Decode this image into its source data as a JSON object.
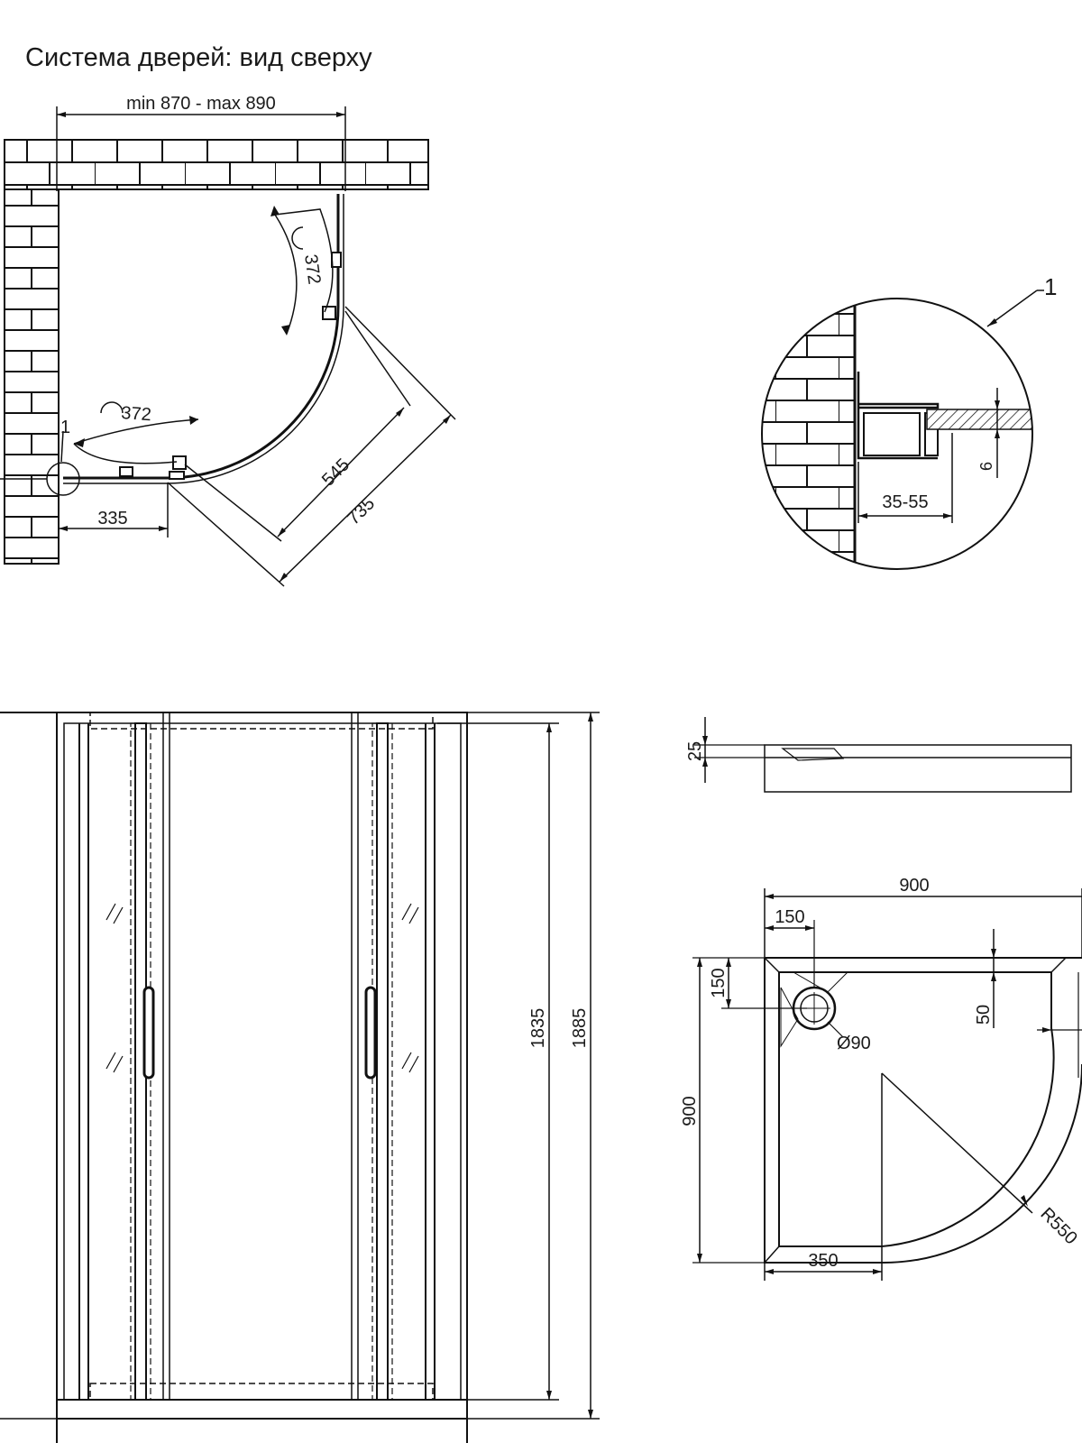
{
  "title": "Система дверей: вид сверху",
  "colors": {
    "line": "#111111",
    "background": "#ffffff"
  },
  "top_view": {
    "width_range": "min 870 - max 890",
    "door_arc_right": "372",
    "door_arc_left": "372",
    "detail_marker": "1",
    "dim_335": "335",
    "dim_545": "545",
    "dim_735": "735"
  },
  "detail": {
    "label": "1",
    "profile_width": "35-55",
    "glass_thickness": "6"
  },
  "front_view": {
    "height_inner": "1835",
    "height_total": "1885"
  },
  "tray_side": {
    "height": "25"
  },
  "tray_plan": {
    "width": "900",
    "depth": "900",
    "drain_offset_x": "150",
    "drain_offset_y": "150",
    "drain_diameter": "Ø90",
    "rim": "50",
    "straight_part": "350",
    "radius": "R550"
  }
}
